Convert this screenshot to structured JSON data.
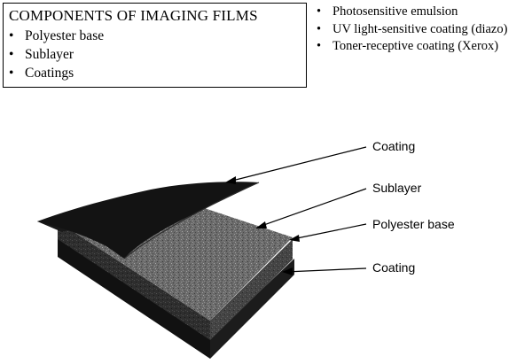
{
  "box": {
    "title": "COMPONENTS OF IMAGING FILMS",
    "items": [
      "Polyester base",
      "Sublayer",
      "Coatings"
    ]
  },
  "coatings_list": [
    "Photosensitive emulsion",
    "UV light-sensitive coating (diazo)",
    "Toner-receptive coating (Xerox)"
  ],
  "callouts": {
    "coating_top": "Coating",
    "sublayer": "Sublayer",
    "polyester_base": "Polyester base",
    "coating_bottom": "Coating"
  },
  "bullet": "•"
}
